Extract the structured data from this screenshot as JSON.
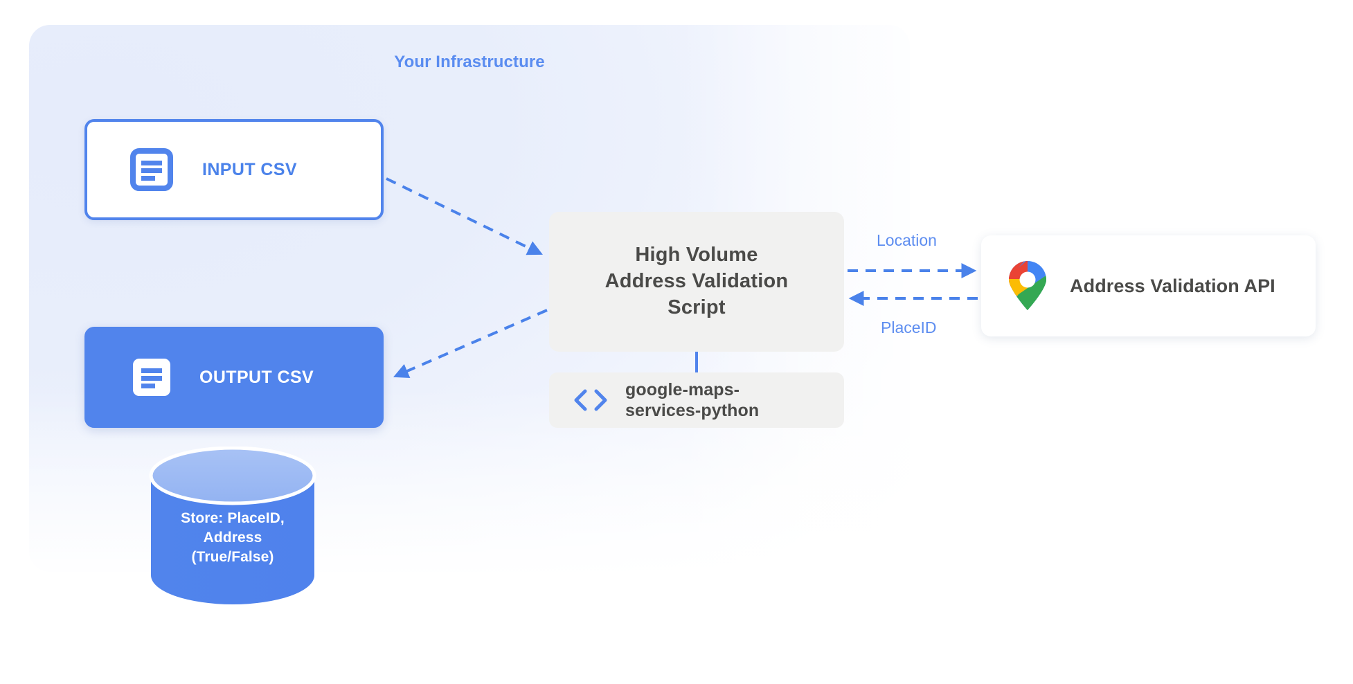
{
  "panel": {
    "title": "Your Infrastructure"
  },
  "nodes": {
    "input_csv": {
      "label": "INPUT CSV",
      "icon": "document-icon"
    },
    "output_csv": {
      "label": "OUTPUT CSV",
      "icon": "document-icon"
    },
    "script": {
      "line1": "High Volume",
      "line2": "Address Validation",
      "line3": "Script"
    },
    "library": {
      "line1": "google-maps-",
      "line2": "services-python",
      "icon": "code-brackets-icon"
    },
    "api": {
      "label": "Address Validation API",
      "icon": "google-maps-pin-icon"
    },
    "database": {
      "line1": "Store: PlaceID,",
      "line2": "Address",
      "line3": "(True/False)"
    }
  },
  "edges": {
    "request_label": "Location",
    "response_label": "PlaceID"
  },
  "colors": {
    "accent_blue": "#5184ec",
    "title_blue": "#5a8cf0",
    "label_blue": "#4a82ea",
    "arrow_blue": "#5d8df0",
    "box_gray": "#f1f1f0",
    "text_dark": "#4a4a48",
    "panel_tint": "#e8eefb",
    "maps_blue": "#4285f4",
    "maps_red": "#ea4335",
    "maps_yellow": "#fbbc04",
    "maps_green": "#34a853"
  }
}
